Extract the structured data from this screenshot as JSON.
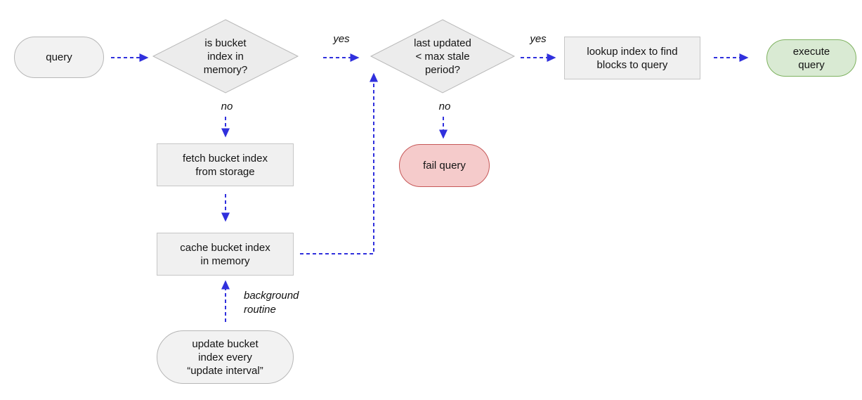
{
  "diagram": {
    "kind": "flowchart",
    "colors": {
      "arrow": "#3030dd",
      "neutral_fill": "#f2f2f2",
      "neutral_border": "#b7b7b7",
      "decision_fill": "#ececec",
      "decision_border": "#b9b9b9",
      "process_fill": "#f0f0f0",
      "process_border": "#c6c6c6",
      "success_fill": "#d9ead3",
      "success_border": "#7eb25f",
      "fail_fill": "#f5cbcb",
      "fail_border": "#c65858",
      "text": "#141414"
    },
    "nodes": {
      "query": {
        "type": "terminator",
        "lines": [
          "query"
        ]
      },
      "memory_check": {
        "type": "decision",
        "lines": [
          "is bucket",
          "index in",
          "memory?"
        ]
      },
      "stale_check": {
        "type": "decision",
        "lines": [
          "last updated",
          "< max stale",
          "period?"
        ]
      },
      "lookup_index": {
        "type": "process",
        "lines": [
          "lookup index to find",
          "blocks to query"
        ]
      },
      "execute_query": {
        "type": "terminator",
        "lines": [
          "execute",
          "query"
        ]
      },
      "fetch_index": {
        "type": "process",
        "lines": [
          "fetch bucket index",
          "from storage"
        ]
      },
      "cache_index": {
        "type": "process",
        "lines": [
          "cache bucket index",
          "in memory"
        ]
      },
      "fail_query": {
        "type": "terminator",
        "lines": [
          "fail query"
        ]
      },
      "update_index": {
        "type": "terminator",
        "lines": [
          "update bucket",
          "index every",
          "“update interval”"
        ]
      }
    },
    "edge_labels": {
      "memory_yes": "yes",
      "memory_no": "no",
      "stale_yes": "yes",
      "stale_no": "no",
      "background_routine": [
        "background",
        "routine"
      ]
    },
    "edges": [
      {
        "from": "query",
        "to": "memory_check",
        "label": ""
      },
      {
        "from": "memory_check",
        "to": "stale_check",
        "label": "yes"
      },
      {
        "from": "memory_check",
        "to": "fetch_index",
        "label": "no"
      },
      {
        "from": "fetch_index",
        "to": "cache_index",
        "label": ""
      },
      {
        "from": "cache_index",
        "to": "stale_check",
        "label": ""
      },
      {
        "from": "stale_check",
        "to": "lookup_index",
        "label": "yes"
      },
      {
        "from": "stale_check",
        "to": "fail_query",
        "label": "no"
      },
      {
        "from": "lookup_index",
        "to": "execute_query",
        "label": ""
      },
      {
        "from": "update_index",
        "to": "cache_index",
        "label": "background routine"
      }
    ]
  }
}
